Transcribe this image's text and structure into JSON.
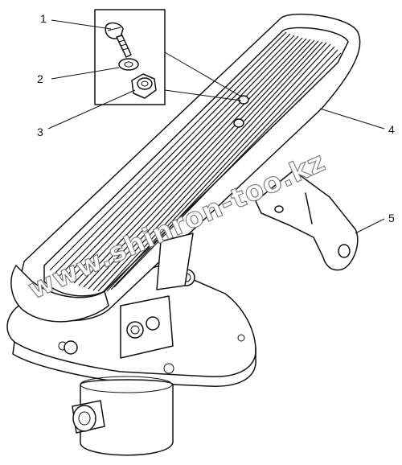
{
  "diagram": {
    "callouts": [
      {
        "id": "1",
        "label": "1",
        "part": "screw"
      },
      {
        "id": "2",
        "label": "2",
        "part": "washer"
      },
      {
        "id": "3",
        "label": "3",
        "part": "nut"
      },
      {
        "id": "4",
        "label": "4",
        "part": "pedal"
      },
      {
        "id": "5",
        "label": "5",
        "part": "bracket"
      }
    ],
    "watermark": "www.shinron-too.kz"
  },
  "colors": {
    "line": "#111111",
    "background": "#ffffff",
    "watermark_stroke": "#777777"
  }
}
